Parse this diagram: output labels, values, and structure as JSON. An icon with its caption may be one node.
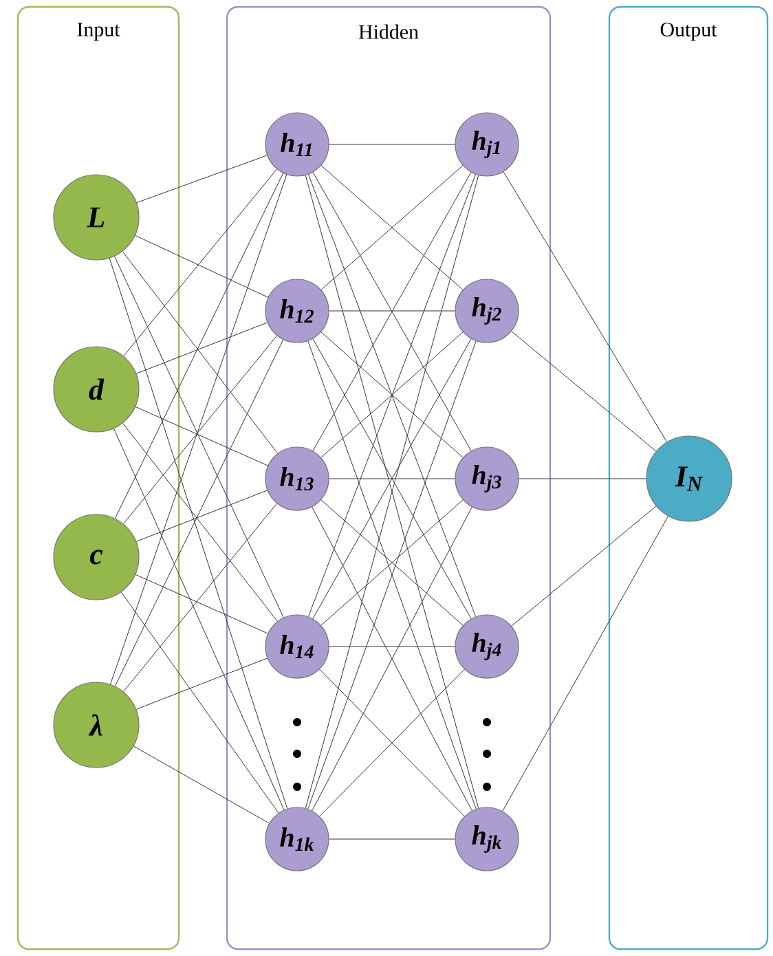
{
  "diagram": {
    "nodes": [
      {
        "text": [
          "Input"
        ]
      },
      {
        "text": [
          "Hidden"
        ]
      },
      {
        "text": [
          "Output"
        ]
      },
      {
        "text": [
          "L"
        ],
        "in": 0
      },
      {
        "text": [
          "d"
        ],
        "in": 0
      },
      {
        "text": [
          "c"
        ],
        "in": 0
      },
      {
        "text": [
          "λ"
        ],
        "in": 0
      },
      {
        "text": [
          "h$_{11}$"
        ],
        "in": 1
      },
      {
        "text": [
          "h$_{12}$"
        ],
        "in": 1
      },
      {
        "text": [
          "h$_{13}$"
        ],
        "in": 1
      },
      {
        "text": [
          "h$_{14}$"
        ],
        "in": 1
      },
      {
        "text": [
          "h$_{1k}$"
        ],
        "in": 1
      },
      {
        "text": [
          "h$_{j1}$"
        ],
        "in": 1
      },
      {
        "text": [
          "h$_{j2}$"
        ],
        "in": 1
      },
      {
        "text": [
          "h$_{j3}$"
        ],
        "in": 1
      },
      {
        "text": [
          "h$_{j4}$"
        ],
        "in": 1
      },
      {
        "text": [
          "h$_{jk}$"
        ],
        "in": 1
      },
      {
        "text": [
          "I$_{N}$"
        ],
        "in": 2
      }
    ],
    "edges": [
      {
        "from": 3,
        "to": 7,
        "arrow": "none"
      },
      {
        "from": 3,
        "to": 8,
        "arrow": "none"
      },
      {
        "from": 3,
        "to": 9,
        "arrow": "none"
      },
      {
        "from": 3,
        "to": 10,
        "arrow": "none"
      },
      {
        "from": 3,
        "to": 11,
        "arrow": "none"
      },
      {
        "from": 4,
        "to": 7,
        "arrow": "none"
      },
      {
        "from": 4,
        "to": 8,
        "arrow": "none"
      },
      {
        "from": 4,
        "to": 9,
        "arrow": "none"
      },
      {
        "from": 4,
        "to": 10,
        "arrow": "none"
      },
      {
        "from": 4,
        "to": 11,
        "arrow": "none"
      },
      {
        "from": 5,
        "to": 7,
        "arrow": "none"
      },
      {
        "from": 5,
        "to": 8,
        "arrow": "none"
      },
      {
        "from": 5,
        "to": 9,
        "arrow": "none"
      },
      {
        "from": 5,
        "to": 10,
        "arrow": "none"
      },
      {
        "from": 5,
        "to": 11,
        "arrow": "none"
      },
      {
        "from": 6,
        "to": 7,
        "arrow": "none"
      },
      {
        "from": 6,
        "to": 8,
        "arrow": "none"
      },
      {
        "from": 6,
        "to": 9,
        "arrow": "none"
      },
      {
        "from": 6,
        "to": 10,
        "arrow": "none"
      },
      {
        "from": 6,
        "to": 11,
        "arrow": "none"
      },
      {
        "from": 7,
        "to": 12,
        "arrow": "none"
      },
      {
        "from": 7,
        "to": 13,
        "arrow": "none"
      },
      {
        "from": 7,
        "to": 14,
        "arrow": "none"
      },
      {
        "from": 7,
        "to": 15,
        "arrow": "none"
      },
      {
        "from": 7,
        "to": 16,
        "arrow": "none"
      },
      {
        "from": 8,
        "to": 12,
        "arrow": "none"
      },
      {
        "from": 8,
        "to": 13,
        "arrow": "none"
      },
      {
        "from": 8,
        "to": 14,
        "arrow": "none"
      },
      {
        "from": 8,
        "to": 15,
        "arrow": "none"
      },
      {
        "from": 8,
        "to": 16,
        "arrow": "none"
      },
      {
        "from": 9,
        "to": 12,
        "arrow": "none"
      },
      {
        "from": 9,
        "to": 13,
        "arrow": "none"
      },
      {
        "from": 9,
        "to": 14,
        "arrow": "none"
      },
      {
        "from": 9,
        "to": 15,
        "arrow": "none"
      },
      {
        "from": 9,
        "to": 16,
        "arrow": "none"
      },
      {
        "from": 10,
        "to": 12,
        "arrow": "none"
      },
      {
        "from": 10,
        "to": 13,
        "arrow": "none"
      },
      {
        "from": 10,
        "to": 14,
        "arrow": "none"
      },
      {
        "from": 10,
        "to": 15,
        "arrow": "none"
      },
      {
        "from": 10,
        "to": 16,
        "arrow": "none"
      },
      {
        "from": 11,
        "to": 12,
        "arrow": "none"
      },
      {
        "from": 11,
        "to": 13,
        "arrow": "none"
      },
      {
        "from": 11,
        "to": 14,
        "arrow": "none"
      },
      {
        "from": 11,
        "to": 15,
        "arrow": "none"
      },
      {
        "from": 11,
        "to": 16,
        "arrow": "none"
      },
      {
        "from": 12,
        "to": 17,
        "arrow": "none"
      },
      {
        "from": 13,
        "to": 17,
        "arrow": "none"
      },
      {
        "from": 14,
        "to": 17,
        "arrow": "none"
      },
      {
        "from": 15,
        "to": 17,
        "arrow": "none"
      },
      {
        "from": 16,
        "to": 17,
        "arrow": "none"
      }
    ]
  }
}
